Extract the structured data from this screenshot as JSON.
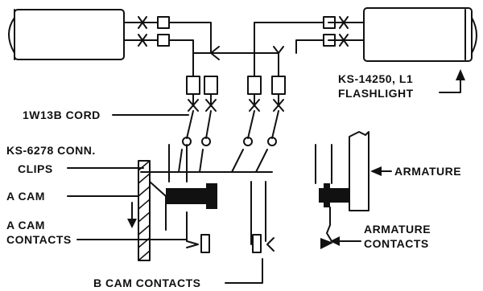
{
  "labels": {
    "flashlight": [
      "KS-14250, L1",
      "FLASHLIGHT"
    ],
    "cord": "1W13B CORD",
    "clips": [
      "KS-6278 CONN.",
      "CLIPS"
    ],
    "armature": "ARMATURE",
    "a_cam": "A CAM",
    "a_cam_contacts": [
      "A CAM",
      "CONTACTS"
    ],
    "armature_contacts": [
      "ARMATURE",
      "CONTACTS"
    ],
    "b_cam_contacts": "B CAM CONTACTS"
  }
}
